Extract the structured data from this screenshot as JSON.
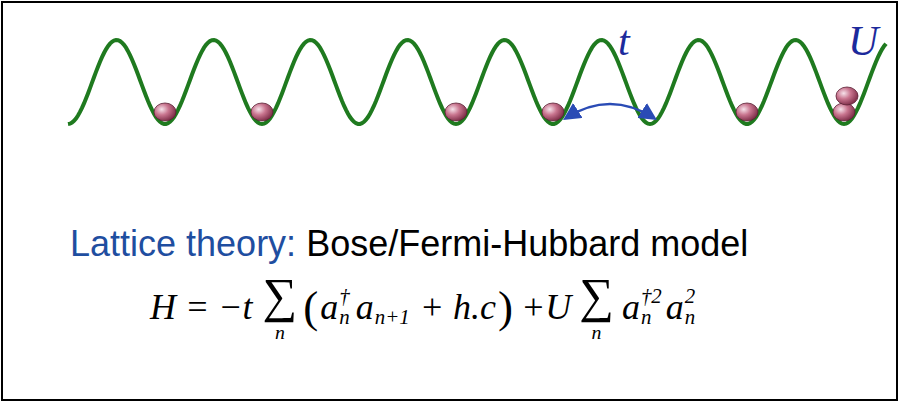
{
  "diagram": {
    "labels": [
      "t",
      "U",
      "Lattice theory:",
      "Bose/Fermi-Hubbard model",
      "H = −t",
      "∑",
      "n",
      "(",
      "a",
      "†",
      "n",
      "a",
      "n+1",
      "+ h.c",
      ")",
      "+U",
      "∑",
      "n",
      "a",
      "†2",
      "n",
      "a",
      "2",
      "n"
    ]
  }
}
